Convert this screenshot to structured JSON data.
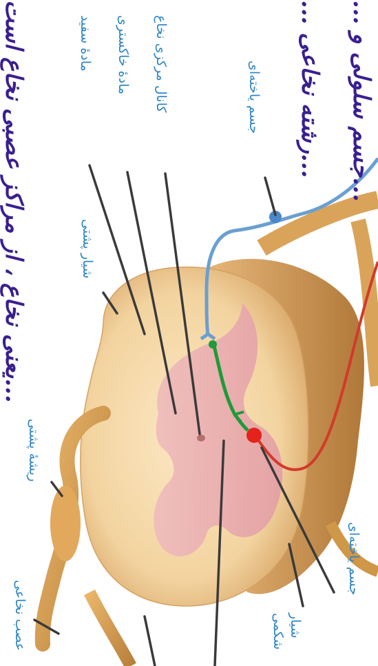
{
  "headings": {
    "line_top": "...یعنی نخاع ، از مراکز عصبی نخاع است",
    "line_right_1": "...رشته نخاعی ...",
    "line_right_2": "...جسم سلولی و ..."
  },
  "labels": {
    "white_matter": "مادهٔ سفید",
    "gray_matter": "مادهٔ خاکستری",
    "central_canal": "کانال مرکزی نخاع",
    "cell_body_top": "جسم یاخته‌ای",
    "dorsal_groove": "شیار پشتی",
    "dorsal_root": "ریشهٔ پشتی",
    "nerve": "عصب نخاعی",
    "cell_body_bottom": "جسم یاخته‌ای",
    "ventral_groove_1": "شیار",
    "ventral_groove_2": "شکمی"
  },
  "colors": {
    "label_blue": "#2f86c4",
    "handwriting": "#3a1f8f",
    "white_matter": "#f6dcae",
    "gray_matter": "#e9aeb0",
    "sensory_neuron": "#6a9fd0",
    "interneuron": "#1e9a3a",
    "motor_neuron": "#d23a2a",
    "cell_body": "#e5221b"
  }
}
